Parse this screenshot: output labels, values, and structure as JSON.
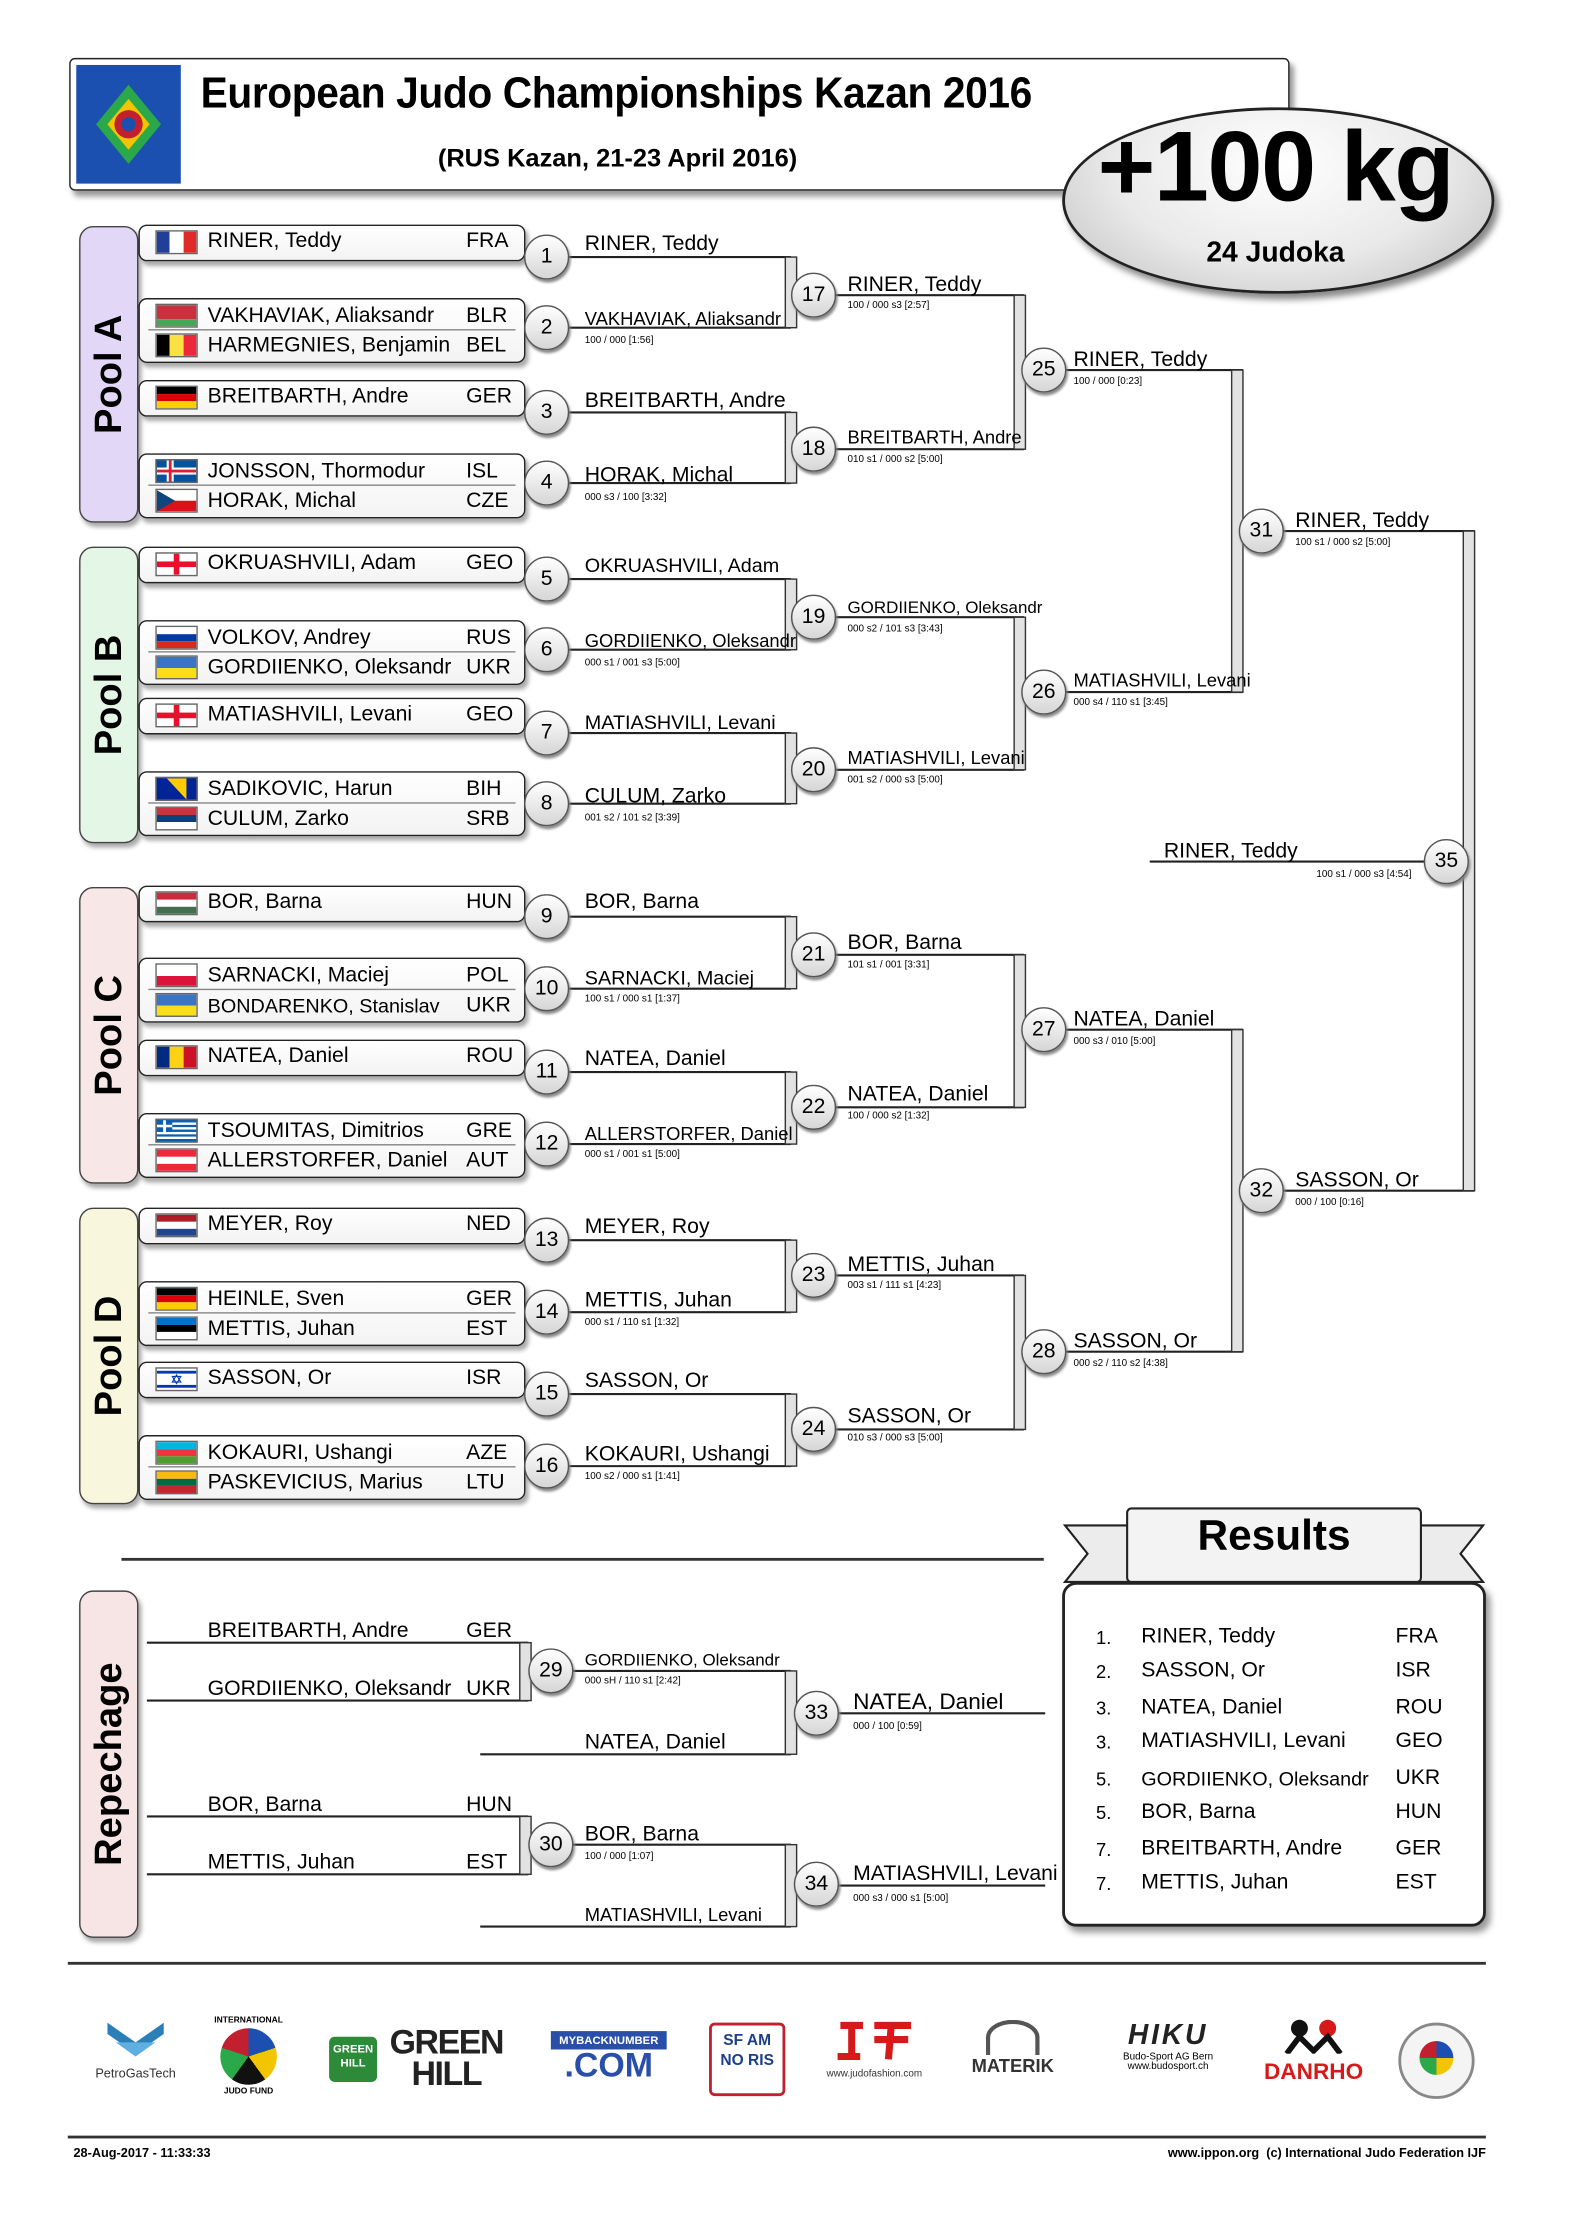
{
  "header": {
    "title": "European Judo Championships Kazan 2016",
    "subtitle": "(RUS Kazan, 21-23 April 2016)",
    "weight": "+100 kg",
    "count": "24 Judoka"
  },
  "pools": [
    "Pool A",
    "Pool B",
    "Pool C",
    "Pool D"
  ],
  "repechage_label": "Repechage",
  "entries": [
    {
      "name": "RINER, Teddy",
      "country": "FRA"
    },
    {
      "name": "VAKHAVIAK, Aliaksandr",
      "country": "BLR"
    },
    {
      "name": "HARMEGNIES, Benjamin",
      "country": "BEL"
    },
    {
      "name": "BREITBARTH, Andre",
      "country": "GER"
    },
    {
      "name": "JONSSON, Thormodur",
      "country": "ISL"
    },
    {
      "name": "HORAK, Michal",
      "country": "CZE"
    },
    {
      "name": "OKRUASHVILI, Adam",
      "country": "GEO"
    },
    {
      "name": "VOLKOV, Andrey",
      "country": "RUS"
    },
    {
      "name": "GORDIIENKO, Oleksandr",
      "country": "UKR"
    },
    {
      "name": "MATIASHVILI, Levani",
      "country": "GEO"
    },
    {
      "name": "SADIKOVIC, Harun",
      "country": "BIH"
    },
    {
      "name": "CULUM, Zarko",
      "country": "SRB"
    },
    {
      "name": "BOR, Barna",
      "country": "HUN"
    },
    {
      "name": "SARNACKI, Maciej",
      "country": "POL"
    },
    {
      "name": "BONDARENKO, Stanislav",
      "country": "UKR"
    },
    {
      "name": "NATEA, Daniel",
      "country": "ROU"
    },
    {
      "name": "TSOUMITAS, Dimitrios",
      "country": "GRE"
    },
    {
      "name": "ALLERSTORFER, Daniel",
      "country": "AUT"
    },
    {
      "name": "MEYER, Roy",
      "country": "NED"
    },
    {
      "name": "HEINLE, Sven",
      "country": "GER"
    },
    {
      "name": "METTIS, Juhan",
      "country": "EST"
    },
    {
      "name": "SASSON, Or",
      "country": "ISR"
    },
    {
      "name": "KOKAURI, Ushangi",
      "country": "AZE"
    },
    {
      "name": "PASKEVICIUS, Marius",
      "country": "LTU"
    }
  ],
  "round1": [
    {
      "num": "1",
      "winner": "RINER, Teddy",
      "score": ""
    },
    {
      "num": "2",
      "winner": "VAKHAVIAK, Aliaksandr",
      "score": "100 / 000 [1:56]"
    },
    {
      "num": "3",
      "winner": "BREITBARTH, Andre",
      "score": ""
    },
    {
      "num": "4",
      "winner": "HORAK, Michal",
      "score": "000 s3 / 100 [3:32]"
    },
    {
      "num": "5",
      "winner": "OKRUASHVILI, Adam",
      "score": ""
    },
    {
      "num": "6",
      "winner": "GORDIIENKO, Oleksandr",
      "score": "000 s1 / 001 s3 [5:00]"
    },
    {
      "num": "7",
      "winner": "MATIASHVILI, Levani",
      "score": ""
    },
    {
      "num": "8",
      "winner": "CULUM, Zarko",
      "score": "001 s2 / 101 s2 [3:39]"
    },
    {
      "num": "9",
      "winner": "BOR, Barna",
      "score": ""
    },
    {
      "num": "10",
      "winner": "SARNACKI, Maciej",
      "score": "100 s1 / 000 s1 [1:37]"
    },
    {
      "num": "11",
      "winner": "NATEA, Daniel",
      "score": ""
    },
    {
      "num": "12",
      "winner": "ALLERSTORFER, Daniel",
      "score": "000 s1 / 001 s1 [5:00]"
    },
    {
      "num": "13",
      "winner": "MEYER, Roy",
      "score": ""
    },
    {
      "num": "14",
      "winner": "METTIS, Juhan",
      "score": "000 s1 / 110 s1 [1:32]"
    },
    {
      "num": "15",
      "winner": "SASSON, Or",
      "score": ""
    },
    {
      "num": "16",
      "winner": "KOKAURI, Ushangi",
      "score": "100 s2 / 000 s1 [1:41]"
    }
  ],
  "round2": [
    {
      "num": "17",
      "winner": "RINER, Teddy",
      "score": "100 / 000 s3 [2:57]"
    },
    {
      "num": "18",
      "winner": "BREITBARTH, Andre",
      "score": "010 s1 / 000 s2 [5:00]"
    },
    {
      "num": "19",
      "winner": "GORDIIENKO, Oleksandr",
      "score": "000 s2 / 101 s3 [3:43]"
    },
    {
      "num": "20",
      "winner": "MATIASHVILI, Levani",
      "score": "001 s2 / 000 s3 [5:00]"
    },
    {
      "num": "21",
      "winner": "BOR, Barna",
      "score": "101 s1 / 001 [3:31]"
    },
    {
      "num": "22",
      "winner": "NATEA, Daniel",
      "score": "100 / 000 s2 [1:32]"
    },
    {
      "num": "23",
      "winner": "METTIS, Juhan",
      "score": "003 s1 / 111 s1 [4:23]"
    },
    {
      "num": "24",
      "winner": "SASSON, Or",
      "score": "010 s3 / 000 s3 [5:00]"
    }
  ],
  "round3": [
    {
      "num": "25",
      "winner": "RINER, Teddy",
      "score": "100 / 000 [0:23]"
    },
    {
      "num": "26",
      "winner": "MATIASHVILI, Levani",
      "score": "000 s4 / 110 s1 [3:45]"
    },
    {
      "num": "27",
      "winner": "NATEA, Daniel",
      "score": "000 s3 / 010 [5:00]"
    },
    {
      "num": "28",
      "winner": "SASSON, Or",
      "score": "000 s2 / 110 s2 [4:38]"
    }
  ],
  "semis": [
    {
      "num": "31",
      "winner": "RINER, Teddy",
      "score": "100 s1 / 000 s2 [5:00]"
    },
    {
      "num": "32",
      "winner": "SASSON, Or",
      "score": "000 / 100 [0:16]"
    }
  ],
  "final": {
    "num": "35",
    "winner": "RINER, Teddy",
    "score": "100 s1 / 000 s3 [4:54]"
  },
  "repechage": {
    "entries": [
      {
        "name": "BREITBARTH, Andre",
        "country": "GER"
      },
      {
        "name": "GORDIIENKO, Oleksandr",
        "country": "UKR"
      },
      {
        "name": "BOR, Barna",
        "country": "HUN"
      },
      {
        "name": "METTIS, Juhan",
        "country": "EST"
      }
    ],
    "m29": {
      "num": "29",
      "winner": "GORDIIENKO, Oleksandr",
      "score": "000 sH / 110 s1 [2:42]"
    },
    "m30": {
      "num": "30",
      "winner": "BOR, Barna",
      "score": "100 / 000 [1:07]"
    },
    "m33_opp": "NATEA, Daniel",
    "m34_opp": "MATIASHVILI, Levani",
    "m33": {
      "num": "33",
      "winner": "NATEA, Daniel",
      "score": "000 / 100 [0:59]"
    },
    "m34": {
      "num": "34",
      "winner": "MATIASHVILI, Levani",
      "score": "000 s3 / 000 s1 [5:00]"
    }
  },
  "results": {
    "title": "Results",
    "rows": [
      {
        "rank": "1.",
        "name": "RINER, Teddy",
        "country": "FRA"
      },
      {
        "rank": "2.",
        "name": "SASSON, Or",
        "country": "ISR"
      },
      {
        "rank": "3.",
        "name": "NATEA, Daniel",
        "country": "ROU"
      },
      {
        "rank": "3.",
        "name": "MATIASHVILI, Levani",
        "country": "GEO"
      },
      {
        "rank": "5.",
        "name": "GORDIIENKO, Oleksandr",
        "country": "UKR"
      },
      {
        "rank": "5.",
        "name": "BOR, Barna",
        "country": "HUN"
      },
      {
        "rank": "7.",
        "name": "BREITBARTH, Andre",
        "country": "GER"
      },
      {
        "rank": "7.",
        "name": "METTIS, Juhan",
        "country": "EST"
      }
    ]
  },
  "sponsors": {
    "petrogas": "PetroGasTech",
    "ijf_fund_top": "INTERNATIONAL",
    "ijf_fund_bottom": "JUDO FUND",
    "greenhill_small": "GREEN HILL",
    "greenhill": "GREEN HILL",
    "mybacknumber_top": "MYBACKNUMBER",
    "mybacknumber_bottom": ".COM",
    "sfam": "SF AM NO RIS",
    "judofashion": "www.judofashion.com",
    "materik": "MATERIK",
    "hiku": "HIKU",
    "hiku_sub": "Budo-Sport AG Bern",
    "hiku_url": "www.budosport.ch",
    "danrho": "DANRHO"
  },
  "footer": {
    "date": "28-Aug-2017 - 11:33:33",
    "right": "www.ippon.org  (c) International Judo Federation IJF"
  },
  "flags": [
    "FRA",
    "BLR",
    "BEL",
    "GER",
    "ISL",
    "CZE",
    "GEO",
    "RUS",
    "UKR",
    "GEO",
    "BIH",
    "SRB",
    "HUN",
    "POL",
    "UKR",
    "ROU",
    "GRE",
    "AUT",
    "NED",
    "GER",
    "EST",
    "ISR",
    "AZE",
    "LTU"
  ],
  "colors": {
    "poolA": "#e3d7f7",
    "poolB": "#e4f7e6",
    "poolC": "#f7e7e7",
    "poolD": "#f8f6dc",
    "repechage": "#f7e4e4",
    "greenhill": "#2d8a38",
    "mybacknumber": "#2a4fa8",
    "danrho": "#d61a1a"
  }
}
